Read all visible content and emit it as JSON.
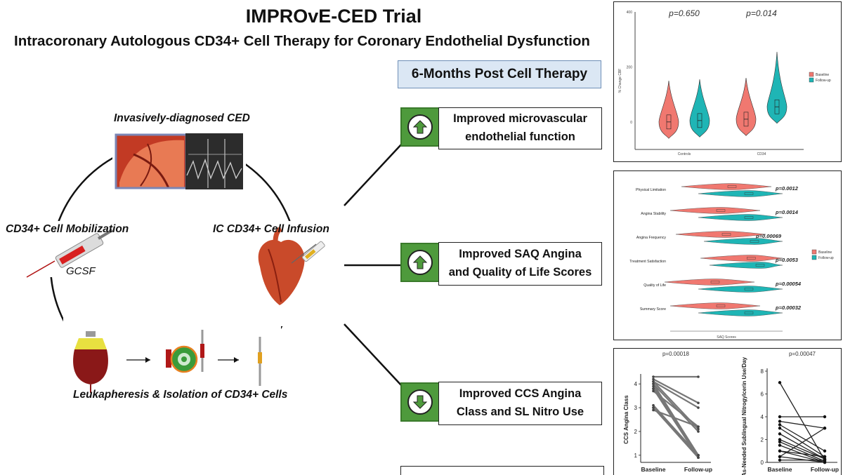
{
  "header": {
    "title": "IMPROvE-CED Trial",
    "subtitle": "Intracoronary Autologous CD34+ Cell Therapy for Coronary Endothelial Dysfunction",
    "timepoint": "6-Months Post Cell Therapy"
  },
  "cycle": {
    "top_label": "Invasively-diagnosed CED",
    "left_label": "CD34+ Cell Mobilization",
    "right_label": "IC CD34+ Cell Infusion",
    "drug_label": "GCSF",
    "bottom_label": "Leukapheresis & Isolation of CD34+ Cells"
  },
  "outcomes": [
    {
      "line1": "Improved microvascular",
      "line2": "endothelial function",
      "direction": "up"
    },
    {
      "line1": "Improved SAQ Angina",
      "line2": "and Quality  of Life Scores",
      "direction": "up"
    },
    {
      "line1": "Improved CCS Angina",
      "line2": "Class and SL Nitro Use",
      "direction": "down"
    }
  ],
  "colors": {
    "baseline": "#f07870",
    "followup": "#1fb5b5",
    "icon_green": "#4e9a3c",
    "timebox": "#dbe7f4"
  },
  "chart_data": [
    {
      "type": "violin",
      "categories": [
        "Controls",
        "CD34"
      ],
      "ylabel": "% Change CBF",
      "yticks": [
        "0",
        "200",
        "400"
      ],
      "ylim": [
        -100,
        400
      ],
      "pvalues": [
        "p=0.650",
        "p=0.014"
      ],
      "legend": [
        "Baseline",
        "Follow-up"
      ],
      "legend_position": "right",
      "series": [
        {
          "name": "Baseline",
          "medians": [
            0,
            10
          ]
        },
        {
          "name": "Follow-up",
          "medians": [
            5,
            55
          ]
        }
      ]
    },
    {
      "type": "violin",
      "categories": [
        "Physical Limitation",
        "Angina Stability",
        "Angina Frequency",
        "Treatment Satisfaction",
        "Quality of Life",
        "Summary Score"
      ],
      "pvalues": [
        "p=0.0012",
        "p=0.0014",
        "p=0.00069",
        "p=0.0053",
        "p=0.00054",
        "p=0.00032"
      ],
      "xlabel": "SAQ Scores",
      "legend": [
        "Baseline",
        "Follow-up"
      ],
      "legend_position": "right",
      "series": [
        {
          "name": "Baseline",
          "centers": [
            55,
            45,
            50,
            72,
            40,
            45
          ]
        },
        {
          "name": "Follow-up",
          "centers": [
            70,
            70,
            75,
            80,
            70,
            70
          ]
        }
      ]
    },
    {
      "type": "line",
      "pvalue": "p=0.00018",
      "ylabel": "CCS Angina Class",
      "x": [
        "Baseline",
        "Follow-up"
      ],
      "yticks": [
        "1",
        "2",
        "3",
        "4"
      ],
      "ylim": [
        0.7,
        4.3
      ],
      "pairs": [
        [
          4.3,
          4.3
        ],
        [
          4.2,
          3.2
        ],
        [
          4.1,
          2.1
        ],
        [
          4.0,
          2.0
        ],
        [
          4.0,
          1.0
        ],
        [
          3.9,
          1.0
        ],
        [
          3.8,
          0.9
        ],
        [
          3.8,
          0.9
        ],
        [
          3.7,
          2.2
        ],
        [
          3.1,
          1.0
        ],
        [
          3.0,
          0.9
        ],
        [
          3.0,
          1.0
        ],
        [
          2.9,
          2.2
        ],
        [
          4.1,
          3.0
        ]
      ]
    },
    {
      "type": "line",
      "pvalue": "p=0.00047",
      "ylabel": "As-Needed Sublingual Nitrogylcerin Use/Day",
      "x": [
        "Baseline",
        "Follow-up"
      ],
      "yticks": [
        "0",
        "2",
        "4",
        "6",
        "8"
      ],
      "ylim": [
        0,
        8
      ],
      "pairs": [
        [
          7,
          0.2
        ],
        [
          4,
          4
        ],
        [
          3.6,
          3.0
        ],
        [
          3.3,
          1.0
        ],
        [
          3.0,
          0.5
        ],
        [
          2.5,
          0.3
        ],
        [
          2.0,
          0.3
        ],
        [
          1.8,
          0.1
        ],
        [
          1.5,
          0
        ],
        [
          1.0,
          0.5
        ],
        [
          1.0,
          0
        ],
        [
          0.5,
          3.0
        ],
        [
          0.5,
          0
        ],
        [
          0.2,
          0.2
        ]
      ]
    }
  ]
}
